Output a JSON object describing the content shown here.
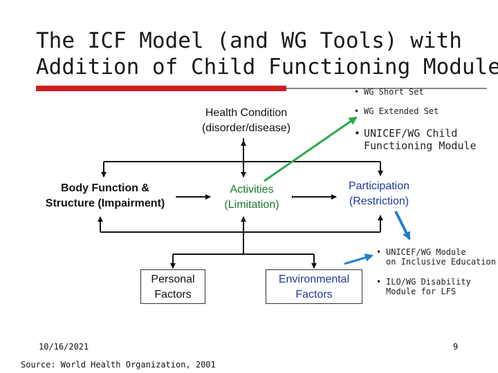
{
  "title": {
    "line1": "The ICF Model (and WG Tools) with",
    "line2": "Addition of Child Functioning Module"
  },
  "diagram": {
    "health_condition": {
      "line1": "Health Condition",
      "line2": "(disorder/disease)"
    },
    "body_function": {
      "line1": "Body Function &",
      "line2": "Structure (Impairment)"
    },
    "activities": {
      "line1": "Activities",
      "line2": "(Limitation)"
    },
    "participation": {
      "line1": "Participation",
      "line2": "(Restriction)"
    },
    "personal_factors": {
      "line1": "Personal",
      "line2": "Factors"
    },
    "environmental_factors": {
      "line1": "Environmental",
      "line2": "Factors"
    }
  },
  "wg_tools_top": [
    {
      "bullet": "•",
      "text": "WG Short Set"
    },
    {
      "bullet": "•",
      "text": "WG Extended Set"
    },
    {
      "bullet": "•",
      "text_line1": "UNICEF/WG Child",
      "text_line2": "Functioning Module"
    }
  ],
  "wg_tools_bottom": [
    {
      "bullet": "•",
      "text_line1": "UNICEF/WG Module",
      "text_line2": "on Inclusive Education"
    },
    {
      "bullet": "•",
      "text_line1": "ILO/WG Disability",
      "text_line2": "Module for LFS"
    }
  ],
  "footer": {
    "date": "10/16/2021",
    "page_number": "9",
    "source": "Source: World Health Organization, 2001"
  },
  "colors": {
    "accent_red": "#cc1f1f",
    "arrow_green": "#2aa84a",
    "arrow_blue": "#1e7fd0",
    "text_green": "#1a7a2a",
    "text_blue": "#1b3a9a"
  }
}
